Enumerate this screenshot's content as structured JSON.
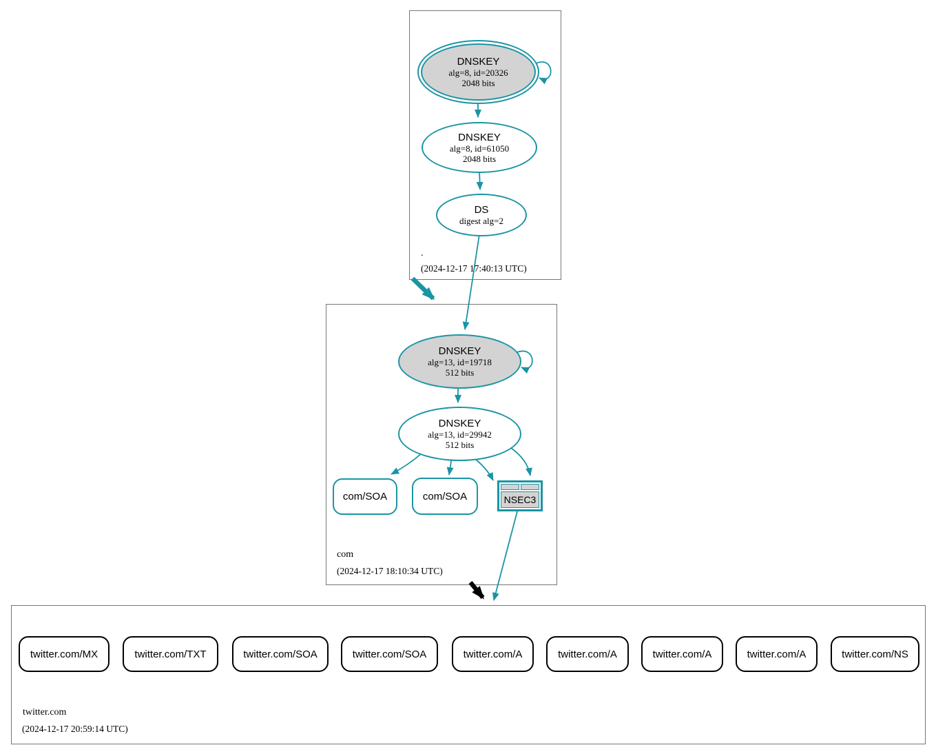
{
  "colors": {
    "secure_teal": "#1a94a4",
    "insecure_black": "#000000",
    "node_fill_gray": "#d3d3d3",
    "box_border_gray": "#767676"
  },
  "zones": {
    "root": {
      "name": ".",
      "timestamp": "(2024-12-17 17:40:13 UTC)",
      "ksk": {
        "title": "DNSKEY",
        "line1": "alg=8, id=20326",
        "line2": "2048 bits"
      },
      "zsk": {
        "title": "DNSKEY",
        "line1": "alg=8, id=61050",
        "line2": "2048 bits"
      },
      "ds": {
        "title": "DS",
        "line1": "digest alg=2"
      }
    },
    "com": {
      "name": "com",
      "timestamp": "(2024-12-17 18:10:34 UTC)",
      "ksk": {
        "title": "DNSKEY",
        "line1": "alg=13, id=19718",
        "line2": "512 bits"
      },
      "zsk": {
        "title": "DNSKEY",
        "line1": "alg=13, id=29942",
        "line2": "512 bits"
      },
      "rrsets": [
        {
          "label": "com/SOA"
        },
        {
          "label": "com/SOA"
        }
      ],
      "nsec3": {
        "label": "NSEC3"
      }
    },
    "twitter": {
      "name": "twitter.com",
      "timestamp": "(2024-12-17 20:59:14 UTC)",
      "rrsets": [
        {
          "label": "twitter.com/MX"
        },
        {
          "label": "twitter.com/TXT"
        },
        {
          "label": "twitter.com/SOA"
        },
        {
          "label": "twitter.com/SOA"
        },
        {
          "label": "twitter.com/A"
        },
        {
          "label": "twitter.com/A"
        },
        {
          "label": "twitter.com/A"
        },
        {
          "label": "twitter.com/A"
        },
        {
          "label": "twitter.com/NS"
        }
      ]
    }
  }
}
